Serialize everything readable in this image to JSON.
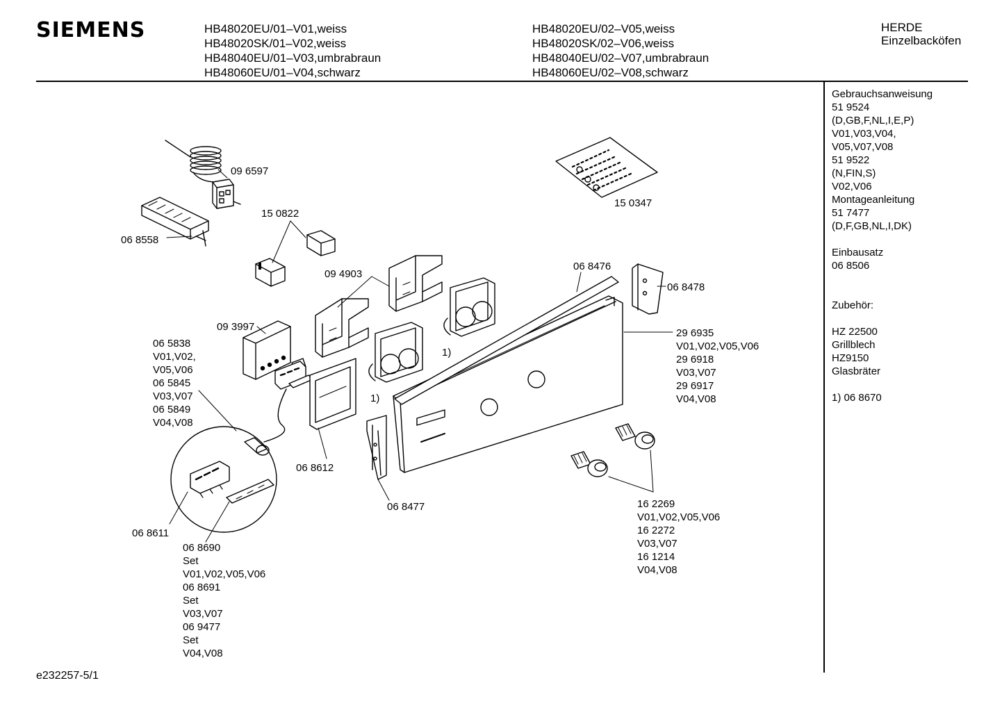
{
  "header": {
    "brand": "SIEMENS",
    "models_left": [
      "HB48020EU/01–V01,weiss",
      "HB48020SK/01–V02,weiss",
      "HB48040EU/01–V03,umbrabraun",
      "HB48060EU/01–V04,schwarz"
    ],
    "models_right": [
      "HB48020EU/02–V05,weiss",
      "HB48020SK/02–V06,weiss",
      "HB48040EU/02–V07,umbrabraun",
      "HB48060EU/02–V08,schwarz"
    ],
    "category": [
      "HERDE",
      "Einzelbacköfen"
    ]
  },
  "sidebar": [
    "Gebrauchsanweisung",
    "51 9524",
    "(D,GB,F,NL,I,E,P)",
    "V01,V03,V04,",
    "V05,V07,V08",
    "51 9522",
    "(N,FIN,S)",
    "V02,V06",
    "Montageanleitung",
    "51 7477",
    "(D,F,GB,NL,I,DK)",
    "",
    "Einbausatz",
    "06 8506",
    "",
    "",
    "Zubehör:",
    "",
    "HZ 22500",
    "Grillblech",
    "HZ9150",
    "Glasbräter",
    "",
    "1)  06 8670"
  ],
  "labels": {
    "p096597": [
      "09 6597"
    ],
    "p068558": [
      "06 8558"
    ],
    "p150822": [
      "15 0822"
    ],
    "p150347": [
      "15 0347"
    ],
    "p094903": [
      "09 4903"
    ],
    "p068476": [
      "06 8476"
    ],
    "p068478": [
      "06 8478"
    ],
    "p093997": [
      "09 3997"
    ],
    "p296935": [
      "29 6935",
      "V01,V02,V05,V06",
      "29 6918",
      "V03,V07",
      "29 6917",
      "V04,V08"
    ],
    "p065838": [
      "06 5838",
      "V01,V02,",
      "V05,V06",
      "06 5845",
      "V03,V07",
      "06 5849",
      "V04,V08"
    ],
    "note1a": [
      "1)"
    ],
    "note1b": [
      "1)"
    ],
    "p068612": [
      "06 8612"
    ],
    "p068477": [
      "06 8477"
    ],
    "p068611": [
      "06 8611"
    ],
    "p068690": [
      "06 8690",
      "Set",
      "V01,V02,V05,V06",
      "06 8691",
      "Set",
      "V03,V07",
      "06 9477",
      "Set",
      "V04,V08"
    ],
    "p162269": [
      "16 2269",
      "V01,V02,V05,V06",
      "16 2272",
      "V03,V07",
      "16 1214",
      "V04,V08"
    ]
  },
  "footer": "e232257-5/1"
}
